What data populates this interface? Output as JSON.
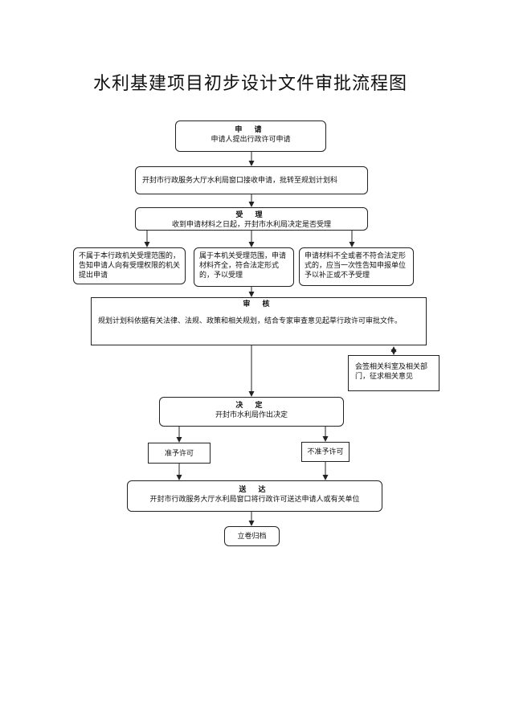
{
  "title": "水利基建项目初步设计文件审批流程图",
  "nodes": {
    "apply": {
      "heading": "申 请",
      "text": "申请人提出行政许可申请"
    },
    "receive": {
      "text": "开封市行政服务大厅水利局窗口接收申请，批转至规划计划科"
    },
    "accept": {
      "heading": "受 理",
      "text": "收到申请材料之日起，开封市水利局决定是否受理"
    },
    "not_in_scope": {
      "text": "不属于本行政机关受理范围的，告知申请人向有受理权限的机关提出申请"
    },
    "in_scope": {
      "text": "属于本机关受理范围，申请材料齐全，符合法定形式的，予以受理"
    },
    "incomplete": {
      "text": "申请材料不全或者不符合法定形式的，应当一次性告知申报单位予以补正或不予受理"
    },
    "review": {
      "heading": "审 核",
      "text": "规划计划科依据有关法律、法规、政策和相关规划，结合专家审查意见起草行政许可审批文件。"
    },
    "consult": {
      "text": "会签相关科室及相关部门，征求相关意见"
    },
    "decide": {
      "heading": "决 定",
      "text": "开封市水利局作出决定"
    },
    "grant": {
      "text": "准予许可"
    },
    "deny": {
      "text": "不准予许可"
    },
    "deliver": {
      "heading": "送 达",
      "text": "开封市行政服务大厅水利局窗口将行政许可送达申请人或有关单位"
    },
    "archive": {
      "text": "立卷归档"
    }
  }
}
